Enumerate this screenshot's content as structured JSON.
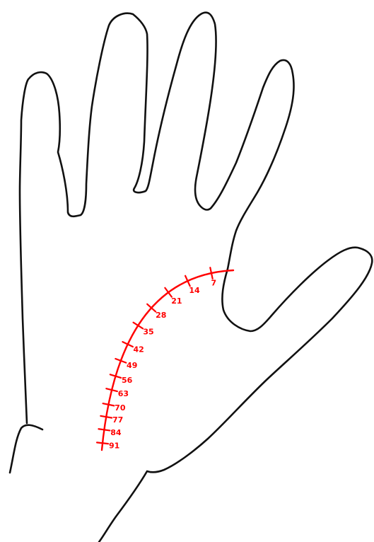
{
  "diagram": {
    "outline_color": "#111111",
    "line_color": "#ff0000",
    "ages": [
      "7",
      "14",
      "21",
      "28",
      "35",
      "42",
      "49",
      "56",
      "63",
      "70",
      "77",
      "84",
      "91"
    ]
  }
}
